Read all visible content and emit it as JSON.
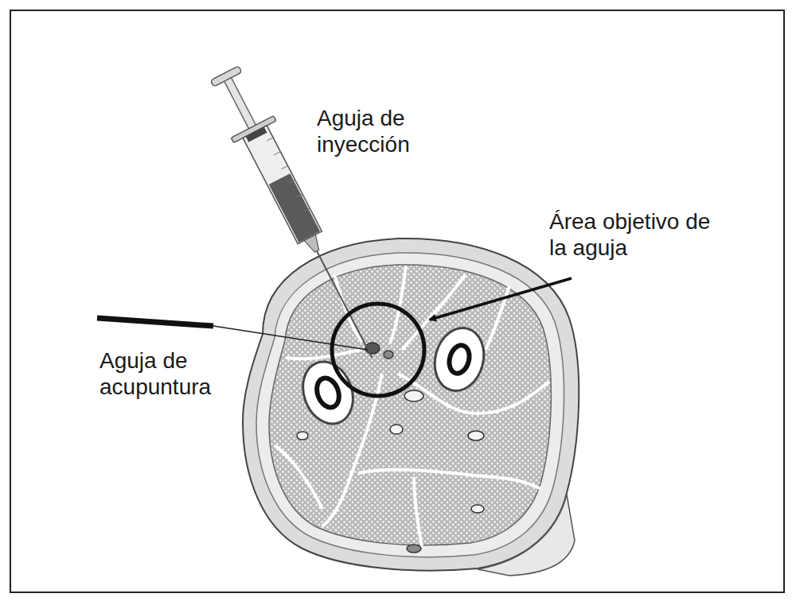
{
  "diagram": {
    "labels": [
      "Aguja de inyección",
      "Área objetivo de la aguja",
      "Aguja de acupuntura"
    ]
  }
}
